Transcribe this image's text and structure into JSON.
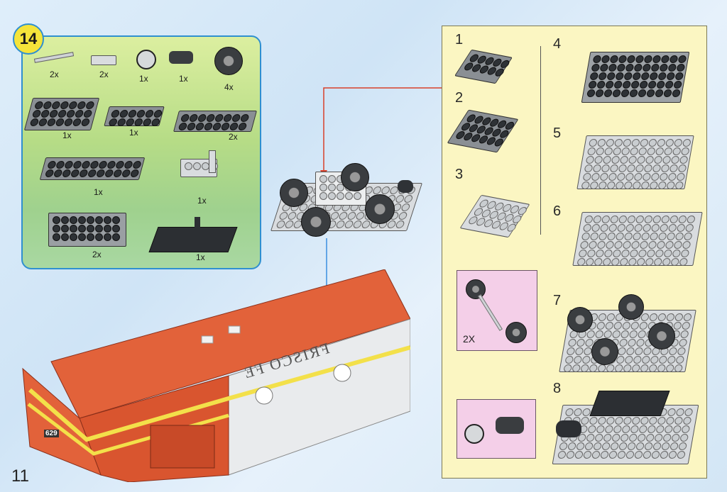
{
  "step": {
    "number": "14"
  },
  "parts": [
    {
      "qty": "2x"
    },
    {
      "qty": "2x"
    },
    {
      "qty": "1x"
    },
    {
      "qty": "1x"
    },
    {
      "qty": "4x"
    },
    {
      "qty": "1x"
    },
    {
      "qty": "1x"
    },
    {
      "qty": "2x"
    },
    {
      "qty": "1x"
    },
    {
      "qty": "1x"
    },
    {
      "qty": "2x"
    },
    {
      "qty": "1x"
    }
  ],
  "substeps": {
    "s1": "1",
    "s2": "2",
    "s3": "3",
    "s4": "4",
    "s5": "5",
    "s6": "6",
    "s7": "7",
    "s8": "8",
    "axle_qty": "2X"
  },
  "model": {
    "livery_text": "FRISCO FE",
    "loco_number": "629"
  },
  "colors": {
    "accent_blue": "#2f8fd0",
    "badge_yellow": "#f5e43a",
    "arrow_red": "#d8402a",
    "panel_yellow": "#fbf6c2",
    "body_orange": "#e2623a"
  },
  "page": {
    "number": "11"
  }
}
